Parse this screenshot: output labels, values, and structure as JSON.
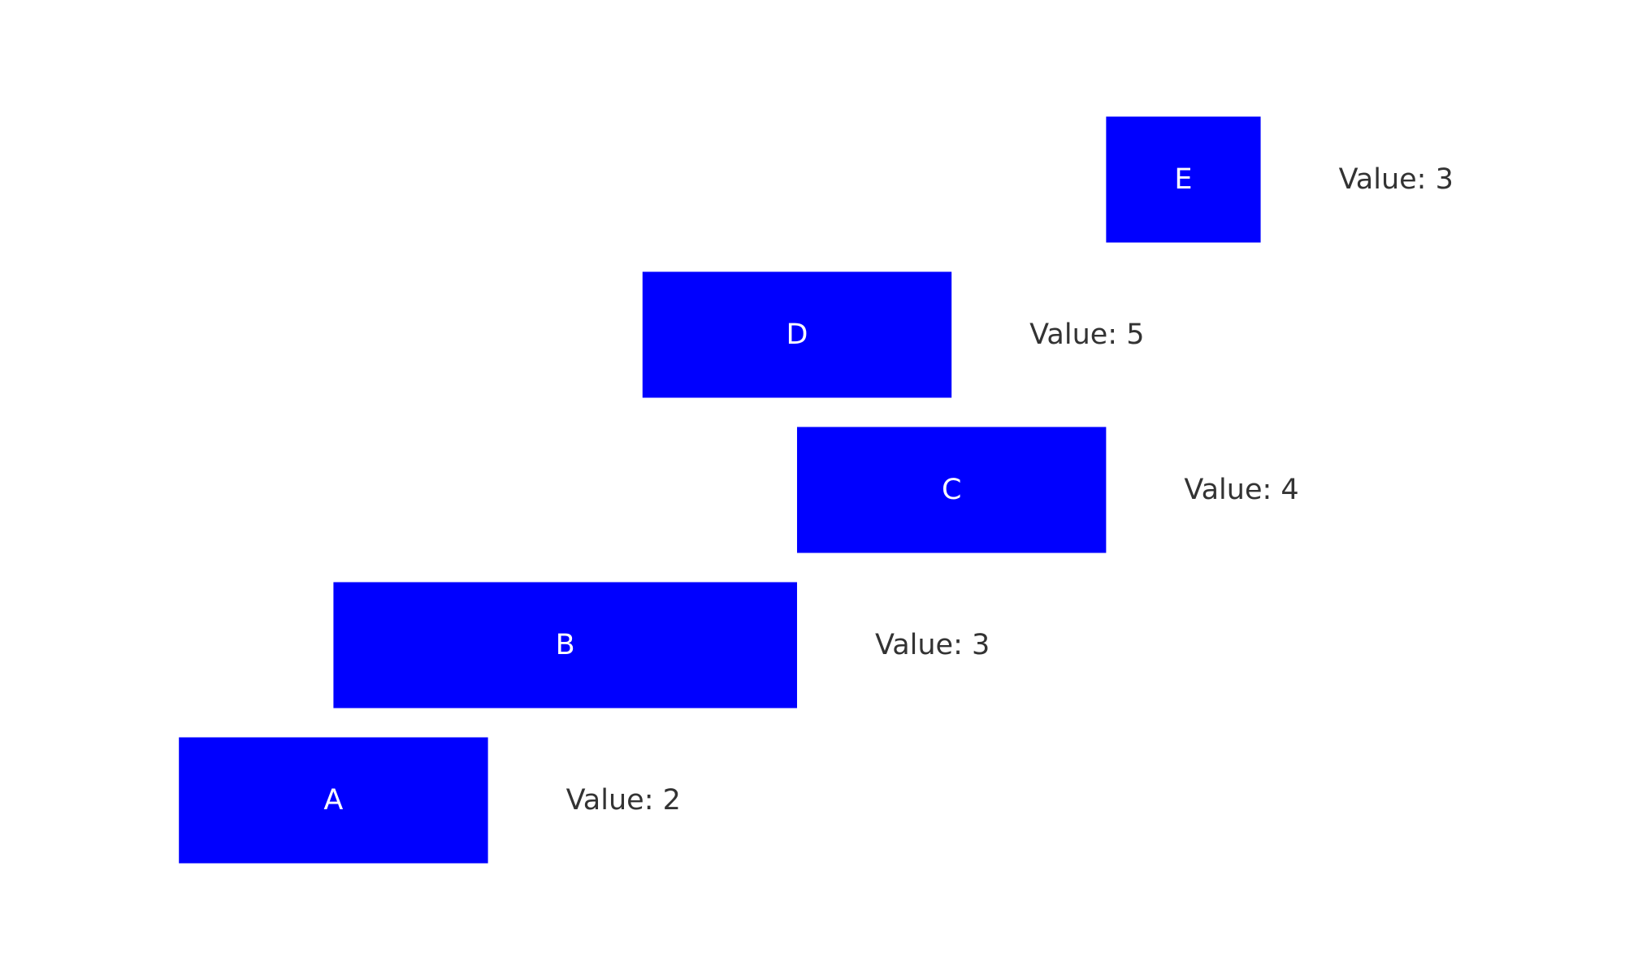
{
  "chart_data": {
    "type": "bar",
    "orientation": "horizontal",
    "grid": false,
    "categories": [
      "A",
      "B",
      "C",
      "D",
      "E"
    ],
    "starts": [
      0,
      1,
      4,
      3,
      6
    ],
    "values": [
      2,
      3,
      4,
      5,
      3
    ],
    "ends": [
      2,
      4,
      6,
      5,
      7
    ],
    "value_labels": [
      "Value: 2",
      "Value: 3",
      "Value: 4",
      "Value: 5",
      "Value: 3"
    ],
    "title": "",
    "xlabel": "",
    "ylabel": "",
    "xlim": [
      -1,
      9.2
    ],
    "colors": {
      "bar": "#0000ff",
      "bar_text": "#ffffff",
      "value_text": "#333333"
    }
  }
}
